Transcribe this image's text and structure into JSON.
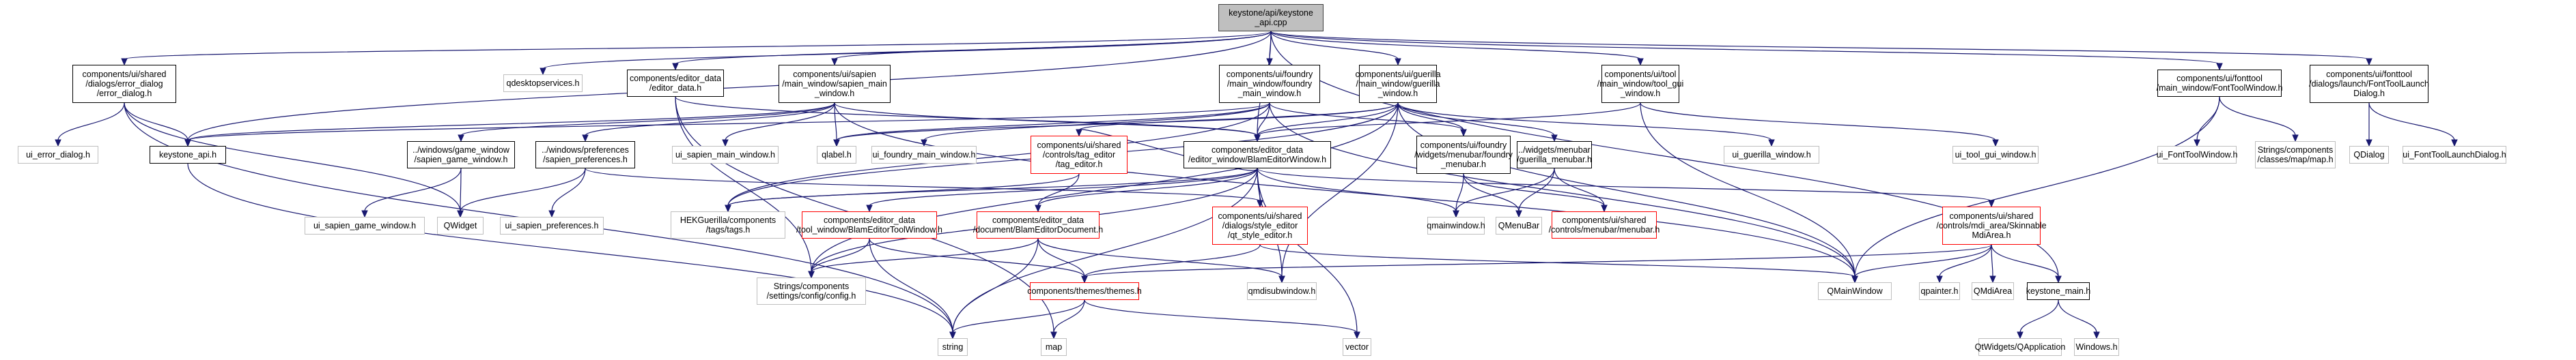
{
  "graph": {
    "title": "keystone/api/keystone_api.cpp include dependency graph",
    "colors": {
      "edge": "#191970",
      "root_fill": "#bfbfbf",
      "doc_border": "#000000",
      "ext_border": "#bfbfbf",
      "truncated_border": "#ff0000"
    },
    "nodes": [
      {
        "id": "root",
        "label": "keystone/api/keystone\n_api.cpp",
        "kind": "root"
      },
      {
        "id": "error_dialog",
        "label": "components/ui/shared\n/dialogs/error_dialog\n/error_dialog.h",
        "kind": "doc"
      },
      {
        "id": "qdesktopservices",
        "label": "qdesktopservices.h",
        "kind": "ext"
      },
      {
        "id": "editor_data",
        "label": "components/editor_data\n/editor_data.h",
        "kind": "doc"
      },
      {
        "id": "sapien_main",
        "label": "components/ui/sapien\n/main_window/sapien_main\n_window.h",
        "kind": "doc"
      },
      {
        "id": "foundry_main",
        "label": "components/ui/foundry\n/main_window/foundry\n_main_window.h",
        "kind": "doc"
      },
      {
        "id": "guerilla_window",
        "label": "components/ui/guerilla\n/main_window/guerilla\n_window.h",
        "kind": "doc"
      },
      {
        "id": "tool_gui",
        "label": "components/ui/tool\n/main_window/tool_gui\n_window.h",
        "kind": "doc"
      },
      {
        "id": "fonttool_window",
        "label": "components/ui/fonttool\n/main_window/FontToolWindow.h",
        "kind": "doc"
      },
      {
        "id": "fonttool_launch",
        "label": "components/ui/fonttool\n/dialogs/launch/FontToolLaunch\nDialog.h",
        "kind": "doc"
      },
      {
        "id": "ui_error_dialog",
        "label": "ui_error_dialog.h",
        "kind": "ext"
      },
      {
        "id": "keystone_api_h",
        "label": "keystone_api.h",
        "kind": "doc"
      },
      {
        "id": "sapien_game",
        "label": "../windows/game_window\n/sapien_game_window.h",
        "kind": "doc"
      },
      {
        "id": "sapien_prefs",
        "label": "../windows/preferences\n/sapien_preferences.h",
        "kind": "doc"
      },
      {
        "id": "ui_sapien_main",
        "label": "ui_sapien_main_window.h",
        "kind": "ext"
      },
      {
        "id": "qlabel",
        "label": "qlabel.h",
        "kind": "ext"
      },
      {
        "id": "ui_foundry_main",
        "label": "ui_foundry_main_window.h",
        "kind": "ext"
      },
      {
        "id": "tag_editor",
        "label": "components/ui/shared\n/controls/tag_editor\n/tag_editor.h",
        "kind": "trunc"
      },
      {
        "id": "blam_editor_window",
        "label": "components/editor_data\n/editor_window/BlamEditorWindow.h",
        "kind": "doc"
      },
      {
        "id": "foundry_menubar",
        "label": "components/ui/foundry\n/widgets/menubar/foundry\n_menubar.h",
        "kind": "doc"
      },
      {
        "id": "guerilla_menubar",
        "label": "../widgets/menubar\n/guerilla_menubar.h",
        "kind": "doc"
      },
      {
        "id": "ui_guerilla",
        "label": "ui_guerilla_window.h",
        "kind": "ext"
      },
      {
        "id": "ui_tool_gui",
        "label": "ui_tool_gui_window.h",
        "kind": "ext"
      },
      {
        "id": "ui_fonttool_window",
        "label": "ui_FontToolWindow.h",
        "kind": "ext"
      },
      {
        "id": "strings_map",
        "label": "Strings/components\n/classes/map/map.h",
        "kind": "ext"
      },
      {
        "id": "qdialog",
        "label": "QDialog",
        "kind": "ext"
      },
      {
        "id": "ui_fonttool_launch",
        "label": "ui_FontToolLaunchDialog.h",
        "kind": "ext"
      },
      {
        "id": "ui_sapien_game",
        "label": "ui_sapien_game_window.h",
        "kind": "ext"
      },
      {
        "id": "qwidget",
        "label": "QWidget",
        "kind": "ext"
      },
      {
        "id": "ui_sapien_prefs",
        "label": "ui_sapien_preferences.h",
        "kind": "ext"
      },
      {
        "id": "hek_tags",
        "label": "HEKGuerilla/components\n/tags/tags.h",
        "kind": "ext"
      },
      {
        "id": "tool_window",
        "label": "components/editor_data\n/tool_window/BlamEditorToolWindow.h",
        "kind": "trunc"
      },
      {
        "id": "blam_document",
        "label": "components/editor_data\n/document/BlamEditorDocument.h",
        "kind": "trunc"
      },
      {
        "id": "style_editor",
        "label": "components/ui/shared\n/dialogs/style_editor\n/qt_style_editor.h",
        "kind": "trunc"
      },
      {
        "id": "qmainwindow_h",
        "label": "qmainwindow.h",
        "kind": "ext"
      },
      {
        "id": "qmenubar",
        "label": "QMenuBar",
        "kind": "ext"
      },
      {
        "id": "menubar",
        "label": "components/ui/shared\n/controls/menubar/menubar.h",
        "kind": "trunc"
      },
      {
        "id": "skinnable_mdi",
        "label": "components/ui/shared\n/controls/mdi_area/Skinnable\nMdiArea.h",
        "kind": "trunc"
      },
      {
        "id": "strings_config",
        "label": "Strings/components\n/settings/config/config.h",
        "kind": "ext"
      },
      {
        "id": "themes",
        "label": "components/themes/themes.h",
        "kind": "trunc"
      },
      {
        "id": "qmdisubwindow",
        "label": "qmdisubwindow.h",
        "kind": "ext"
      },
      {
        "id": "qmainwindow",
        "label": "QMainWindow",
        "kind": "ext"
      },
      {
        "id": "qpainter",
        "label": "qpainter.h",
        "kind": "ext"
      },
      {
        "id": "qmdiarea",
        "label": "QMdiArea",
        "kind": "ext"
      },
      {
        "id": "keystone_main",
        "label": "keystone_main.h",
        "kind": "doc"
      },
      {
        "id": "string",
        "label": "string",
        "kind": "ext"
      },
      {
        "id": "map",
        "label": "map",
        "kind": "ext"
      },
      {
        "id": "vector",
        "label": "vector",
        "kind": "ext"
      },
      {
        "id": "qapplication",
        "label": "QtWidgets/QApplication",
        "kind": "ext"
      },
      {
        "id": "windows_h",
        "label": "Windows.h",
        "kind": "ext"
      }
    ],
    "edges": [
      [
        "root",
        "error_dialog"
      ],
      [
        "root",
        "qdesktopservices"
      ],
      [
        "root",
        "editor_data"
      ],
      [
        "root",
        "sapien_main"
      ],
      [
        "root",
        "foundry_main"
      ],
      [
        "root",
        "guerilla_window"
      ],
      [
        "root",
        "tool_gui"
      ],
      [
        "root",
        "fonttool_window"
      ],
      [
        "root",
        "fonttool_launch"
      ],
      [
        "root",
        "keystone_api_h"
      ],
      [
        "root",
        "keystone_main"
      ],
      [
        "root",
        "blam_editor_window"
      ],
      [
        "error_dialog",
        "ui_error_dialog"
      ],
      [
        "error_dialog",
        "keystone_api_h"
      ],
      [
        "error_dialog",
        "qwidget"
      ],
      [
        "error_dialog",
        "string"
      ],
      [
        "keystone_api_h",
        "string"
      ],
      [
        "editor_data",
        "blam_editor_window"
      ],
      [
        "editor_data",
        "strings_config"
      ],
      [
        "editor_data",
        "map"
      ],
      [
        "sapien_main",
        "keystone_api_h"
      ],
      [
        "sapien_main",
        "sapien_game"
      ],
      [
        "sapien_main",
        "sapien_prefs"
      ],
      [
        "sapien_main",
        "ui_sapien_main"
      ],
      [
        "sapien_main",
        "qlabel"
      ],
      [
        "sapien_main",
        "blam_editor_window"
      ],
      [
        "sapien_main",
        "qmainwindow"
      ],
      [
        "sapien_game",
        "ui_sapien_game"
      ],
      [
        "sapien_game",
        "qwidget"
      ],
      [
        "sapien_prefs",
        "qwidget"
      ],
      [
        "sapien_prefs",
        "ui_sapien_prefs"
      ],
      [
        "sapien_prefs",
        "style_editor"
      ],
      [
        "foundry_main",
        "keystone_api_h"
      ],
      [
        "foundry_main",
        "qlabel"
      ],
      [
        "foundry_main",
        "ui_foundry_main"
      ],
      [
        "foundry_main",
        "blam_editor_window"
      ],
      [
        "foundry_main",
        "foundry_menubar"
      ],
      [
        "foundry_main",
        "qmainwindow"
      ],
      [
        "foundry_main",
        "hek_tags"
      ],
      [
        "guerilla_window",
        "qlabel"
      ],
      [
        "guerilla_window",
        "blam_editor_window"
      ],
      [
        "guerilla_window",
        "tag_editor"
      ],
      [
        "guerilla_window",
        "foundry_menubar"
      ],
      [
        "guerilla_window",
        "guerilla_menubar"
      ],
      [
        "guerilla_window",
        "ui_guerilla"
      ],
      [
        "guerilla_window",
        "qmainwindow"
      ],
      [
        "guerilla_window",
        "qmdisubwindow"
      ],
      [
        "guerilla_window",
        "hek_tags"
      ],
      [
        "guerilla_window",
        "strings_config"
      ],
      [
        "tool_gui",
        "blam_editor_window"
      ],
      [
        "tool_gui",
        "ui_tool_gui"
      ],
      [
        "tool_gui",
        "qmainwindow"
      ],
      [
        "fonttool_window",
        "qmainwindow"
      ],
      [
        "fonttool_window",
        "ui_fonttool_window"
      ],
      [
        "fonttool_window",
        "strings_map"
      ],
      [
        "fonttool_launch",
        "qdialog"
      ],
      [
        "fonttool_launch",
        "ui_fonttool_launch"
      ],
      [
        "tag_editor",
        "blam_document"
      ],
      [
        "tag_editor",
        "hek_tags"
      ],
      [
        "blam_editor_window",
        "tag_editor"
      ],
      [
        "blam_editor_window",
        "tool_window"
      ],
      [
        "blam_editor_window",
        "blam_document"
      ],
      [
        "blam_editor_window",
        "style_editor"
      ],
      [
        "blam_editor_window",
        "skinnable_mdi"
      ],
      [
        "blam_editor_window",
        "hek_tags"
      ],
      [
        "blam_editor_window",
        "qmdisubwindow"
      ],
      [
        "blam_editor_window",
        "vector"
      ],
      [
        "blam_editor_window",
        "qmainwindow_h"
      ],
      [
        "blam_editor_window",
        "strings_config"
      ],
      [
        "blam_editor_window",
        "string"
      ],
      [
        "foundry_menubar",
        "qmainwindow_h"
      ],
      [
        "foundry_menubar",
        "qmenubar"
      ],
      [
        "foundry_menubar",
        "menubar"
      ],
      [
        "guerilla_menubar",
        "qmainwindow_h"
      ],
      [
        "guerilla_menubar",
        "qmenubar"
      ],
      [
        "guerilla_menubar",
        "menubar"
      ],
      [
        "tool_window",
        "strings_config"
      ],
      [
        "tool_window",
        "string"
      ],
      [
        "tool_window",
        "themes"
      ],
      [
        "blam_document",
        "strings_config"
      ],
      [
        "blam_document",
        "string"
      ],
      [
        "blam_document",
        "themes"
      ],
      [
        "blam_document",
        "qmdisubwindow"
      ],
      [
        "style_editor",
        "themes"
      ],
      [
        "style_editor",
        "qmainwindow"
      ],
      [
        "skinnable_mdi",
        "themes"
      ],
      [
        "skinnable_mdi",
        "qpainter"
      ],
      [
        "skinnable_mdi",
        "qmdiarea"
      ],
      [
        "skinnable_mdi",
        "keystone_main"
      ],
      [
        "skinnable_mdi",
        "qmainwindow"
      ],
      [
        "themes",
        "string"
      ],
      [
        "themes",
        "map"
      ],
      [
        "themes",
        "vector"
      ],
      [
        "keystone_main",
        "qapplication"
      ],
      [
        "keystone_main",
        "windows_h"
      ]
    ]
  }
}
